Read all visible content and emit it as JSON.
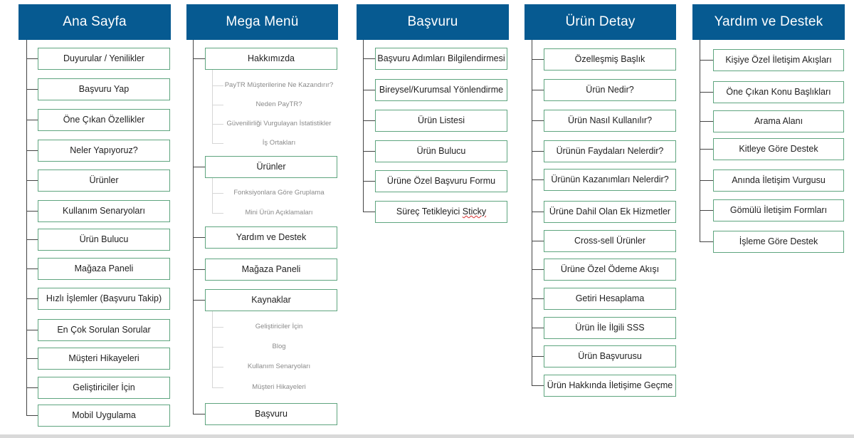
{
  "columns": [
    {
      "title": "Ana Sayfa",
      "items": [
        {
          "label": "Duyurular / Yenilikler"
        },
        {
          "label": "Başvuru Yap"
        },
        {
          "label": "Öne Çıkan Özellikler"
        },
        {
          "label": "Neler Yapıyoruz?"
        },
        {
          "label": "Ürünler"
        },
        {
          "label": "Kullanım Senaryoları"
        },
        {
          "label": "Ürün Bulucu"
        },
        {
          "label": "Mağaza Paneli"
        },
        {
          "label": "Hızlı İşlemler (Başvuru Takip)"
        },
        {
          "label": "En Çok Sorulan Sorular"
        },
        {
          "label": "Müşteri Hikayeleri"
        },
        {
          "label": "Geliştiriciler İçin"
        },
        {
          "label": "Mobil Uygulama"
        }
      ]
    },
    {
      "title": "Mega Menü",
      "items": [
        {
          "label": "Hakkımızda",
          "children": [
            "PayTR Müşterilerine Ne Kazandırır?",
            "Neden PayTR?",
            "Güvenilirliği Vurgulayan İstatistikler",
            "İş Ortakları"
          ]
        },
        {
          "label": "Ürünler",
          "children": [
            "Fonksiyonlara Göre Gruplama",
            "Mini Ürün Açıklamaları"
          ]
        },
        {
          "label": "Yardım ve Destek"
        },
        {
          "label": "Mağaza Paneli"
        },
        {
          "label": "Kaynaklar",
          "children": [
            "Geliştiriciler İçin",
            "Blog",
            "Kullanım Senaryoları",
            "Müşteri Hikayeleri"
          ]
        },
        {
          "label": "Başvuru"
        }
      ]
    },
    {
      "title": "Başvuru",
      "items": [
        {
          "label": "Başvuru Adımları Bilgilendirmesi"
        },
        {
          "label": "Bireysel/Kurumsal Yönlendirme"
        },
        {
          "label": "Ürün Listesi"
        },
        {
          "label": "Ürün Bulucu"
        },
        {
          "label": "Ürüne Özel Başvuru Formu"
        },
        {
          "label": "Süreç Tetikleyici",
          "label_tail": "Sticky"
        }
      ]
    },
    {
      "title": "Ürün Detay",
      "items": [
        {
          "label": "Özelleşmiş Başlık"
        },
        {
          "label": "Ürün Nedir?"
        },
        {
          "label": "Ürün Nasıl Kullanılır?"
        },
        {
          "label": "Ürünün Faydaları Nelerdir?"
        },
        {
          "label": "Ürünün Kazanımları Nelerdir?"
        },
        {
          "label": "Ürüne Dahil Olan Ek Hizmetler"
        },
        {
          "label": "Cross-sell Ürünler"
        },
        {
          "label": "Ürüne Özel Ödeme Akışı"
        },
        {
          "label": "Getiri Hesaplama"
        },
        {
          "label": "Ürün İle İlgili SSS"
        },
        {
          "label": "Ürün Başvurusu"
        },
        {
          "label": "Ürün Hakkında İletişime Geçme"
        }
      ]
    },
    {
      "title": "Yardım ve Destek",
      "items": [
        {
          "label": "Kişiye Özel İletişim Akışları"
        },
        {
          "label": "Öne Çıkan Konu Başlıkları"
        },
        {
          "label": "Arama Alanı"
        },
        {
          "label": "Kitleye Göre Destek"
        },
        {
          "label": "Anında İletişim Vurgusu"
        },
        {
          "label": "Gömülü İletişim Formları"
        },
        {
          "label": "İşleme Göre Destek"
        }
      ]
    }
  ],
  "colors": {
    "header_bg": "#065a91",
    "box_border": "#5fa57f",
    "connector": "#444444",
    "sub_text": "#8a8a8a"
  }
}
